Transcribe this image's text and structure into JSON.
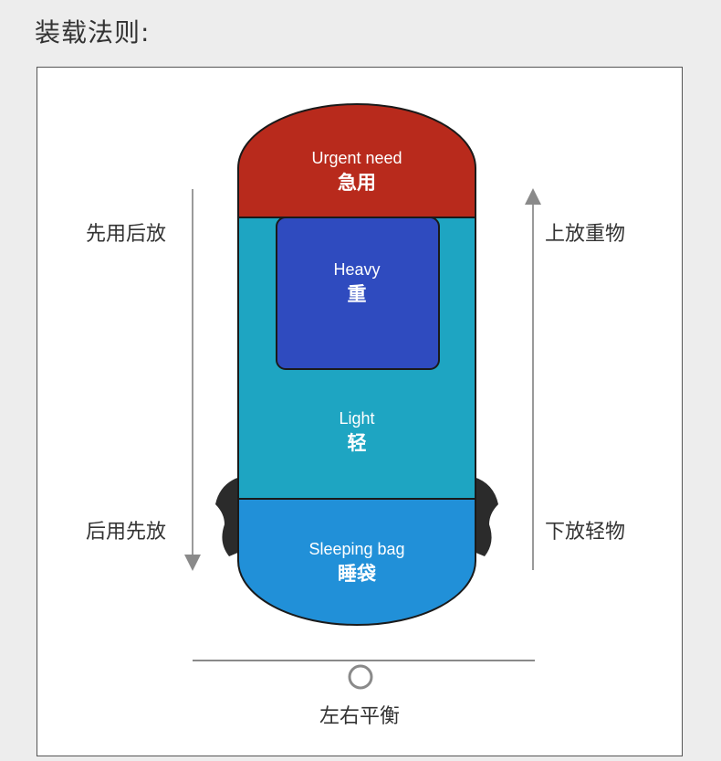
{
  "title": "装载法则:",
  "zones": {
    "urgent": {
      "en": "Urgent need",
      "zh": "急用",
      "color": "#b82a1c"
    },
    "heavy": {
      "en": "Heavy",
      "zh": "重",
      "color": "#2f4bbf"
    },
    "light": {
      "en": "Light",
      "zh": "轻",
      "color": "#1ea5c2"
    },
    "sleeping": {
      "en": "Sleeping bag",
      "zh": "睡袋",
      "color": "#2190d8"
    }
  },
  "left_arrow": {
    "top_label": "先用后放",
    "bottom_label": "后用先放"
  },
  "right_arrow": {
    "top_label": "上放重物",
    "bottom_label": "下放轻物"
  },
  "balance": {
    "label": "左右平衡"
  }
}
